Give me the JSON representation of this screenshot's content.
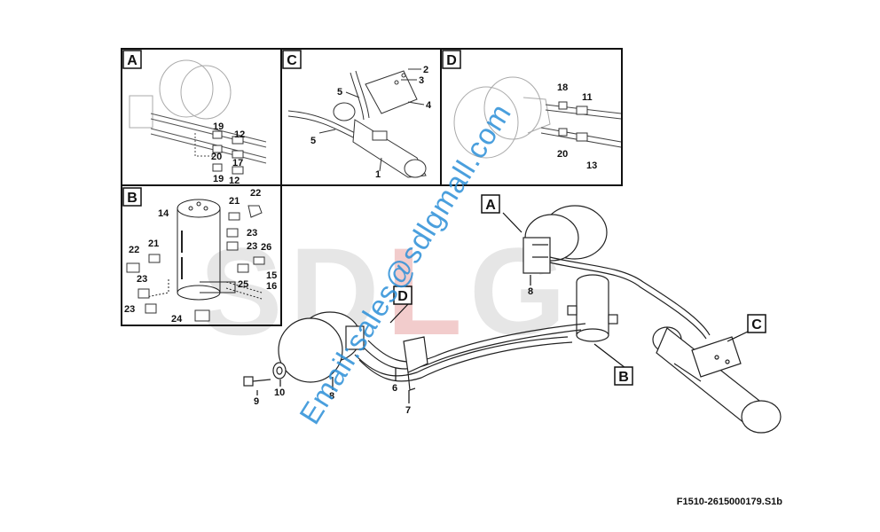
{
  "panels": {
    "A": {
      "label": "A",
      "callouts": [
        "19",
        "12",
        "20",
        "17",
        "19",
        "12"
      ]
    },
    "C": {
      "label": "C",
      "callouts": [
        "2",
        "3",
        "5",
        "4",
        "5",
        "1"
      ]
    },
    "D": {
      "label": "D",
      "callouts": [
        "18",
        "11",
        "20",
        "13"
      ]
    },
    "B": {
      "label": "B",
      "callouts": [
        "14",
        "21",
        "22",
        "23",
        "23",
        "26",
        "22",
        "21",
        "23",
        "25",
        "15",
        "16",
        "23",
        "24"
      ]
    }
  },
  "main": {
    "labels": {
      "A": "A",
      "B": "B",
      "C": "C",
      "D": "D"
    },
    "callouts": {
      "motor_right": "8",
      "motor_left": "8",
      "bolt": "9",
      "washer": "10",
      "clamp": "6",
      "clip": "7"
    }
  },
  "watermark": {
    "email": "Email:sales@sdlgmall.com",
    "logo_part1": "SD",
    "logo_part2": "L",
    "logo_part3": "G"
  },
  "figure_code": "F1510-2615000179.S1b",
  "colors": {
    "line": "#222222",
    "watermark_blue": "#2b8fd8",
    "watermark_grey": "#e6e6e6"
  }
}
